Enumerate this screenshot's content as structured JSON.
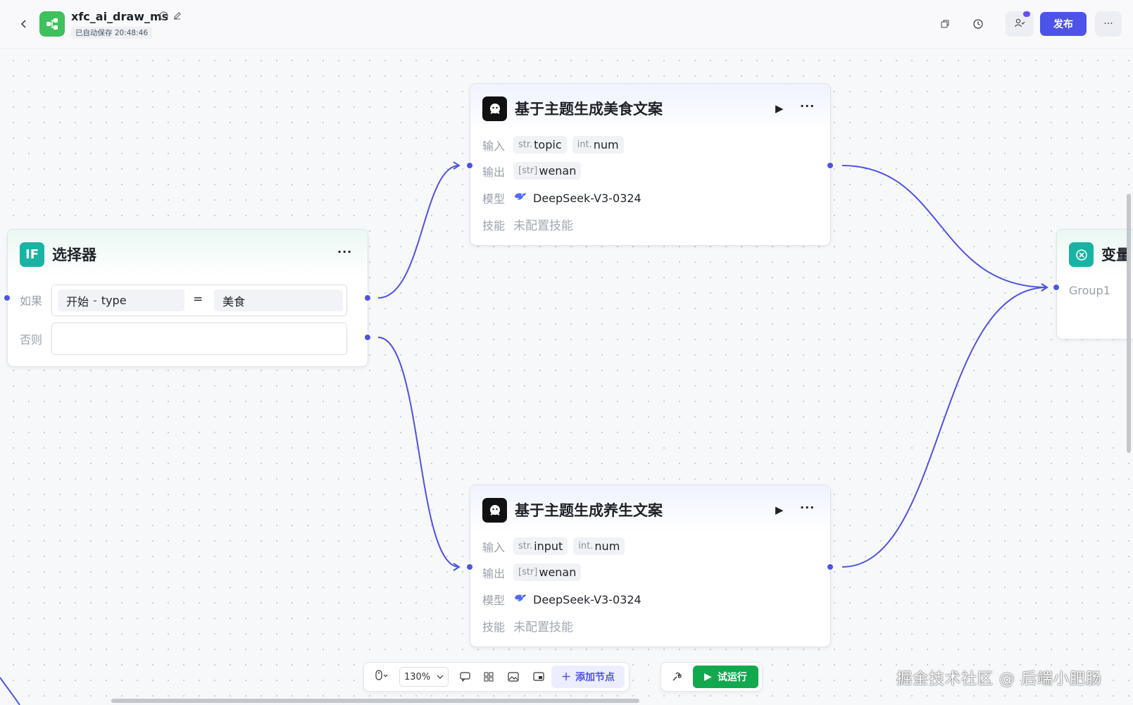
{
  "header": {
    "app_title": "xfc_ai_draw_ms",
    "save_status": "已自动保存 20:48:46",
    "publish_label": "发布",
    "more_label": "···"
  },
  "nodes": {
    "selector": {
      "title": "选择器",
      "icon_text": "IF",
      "if_label": "如果",
      "else_label": "否则",
      "condition": {
        "left_source": "开始",
        "left_sep": "-",
        "left_field": "type",
        "operator": "=",
        "right_value": "美食"
      }
    },
    "food_copy": {
      "title": "基于主题生成美食文案",
      "input_label": "输入",
      "inputs": [
        {
          "type": "str.",
          "name": "topic"
        },
        {
          "type": "int.",
          "name": "num"
        }
      ],
      "output_label": "输出",
      "outputs": [
        {
          "type": "[str]",
          "name": "wenan"
        }
      ],
      "model_label": "模型",
      "model_value": "DeepSeek-V3-0324",
      "skill_label": "技能",
      "skill_value": "未配置技能"
    },
    "health_copy": {
      "title": "基于主题生成养生文案",
      "input_label": "输入",
      "inputs": [
        {
          "type": "str.",
          "name": "input"
        },
        {
          "type": "int.",
          "name": "num"
        }
      ],
      "output_label": "输出",
      "outputs": [
        {
          "type": "[str]",
          "name": "wenan"
        }
      ],
      "model_label": "模型",
      "model_value": "DeepSeek-V3-0324",
      "skill_label": "技能",
      "skill_value": "未配置技能"
    },
    "variable": {
      "title": "变量",
      "group": "Group1"
    }
  },
  "toolbar": {
    "zoom": "130%",
    "add_node_label": "添加节点",
    "run_label": "试运行"
  },
  "watermark": "掘金技术社区 @ 后端小肥肠",
  "colors": {
    "accent": "#4d53e8",
    "run_green": "#11a84e",
    "app_icon_green": "#3ec15c",
    "teal": "#19b3a3"
  }
}
